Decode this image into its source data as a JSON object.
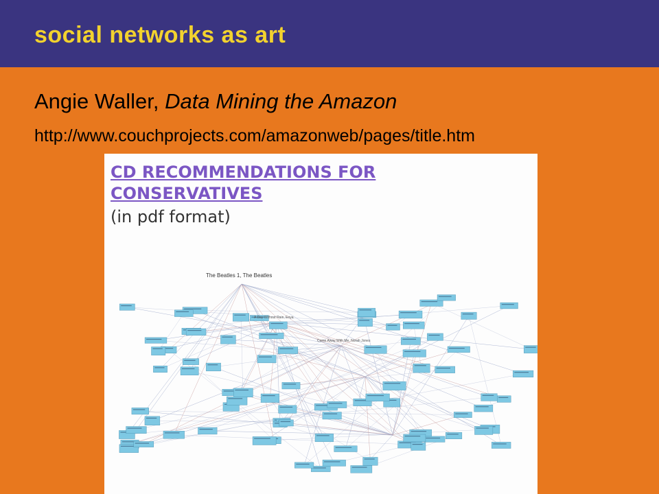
{
  "slide": {
    "title": "social networks as art",
    "artist": "Angie Waller, ",
    "artwork": "Data Mining the Amazon",
    "url": "http://www.couchprojects.com/amazonweb/pages/title.htm"
  },
  "embedded_image": {
    "heading_line1": "CD RECOMMENDATIONS FOR",
    "heading_line2": "CONSERVATIVES",
    "subheading": "(in pdf format)",
    "graph_root_label": "The Beatles 1, The Beatles",
    "graph_secondary_label": "A Day Without Rain, Enya",
    "graph_tertiary_label": "Come Away With Me, Norah Jones"
  },
  "colors": {
    "background": "#E8781E",
    "header_band": "#3A3480",
    "title": "#F2D22E",
    "link_heading": "#7B56C4",
    "node_fill": "#7EC8E3",
    "edge": "#9AA6C8"
  }
}
